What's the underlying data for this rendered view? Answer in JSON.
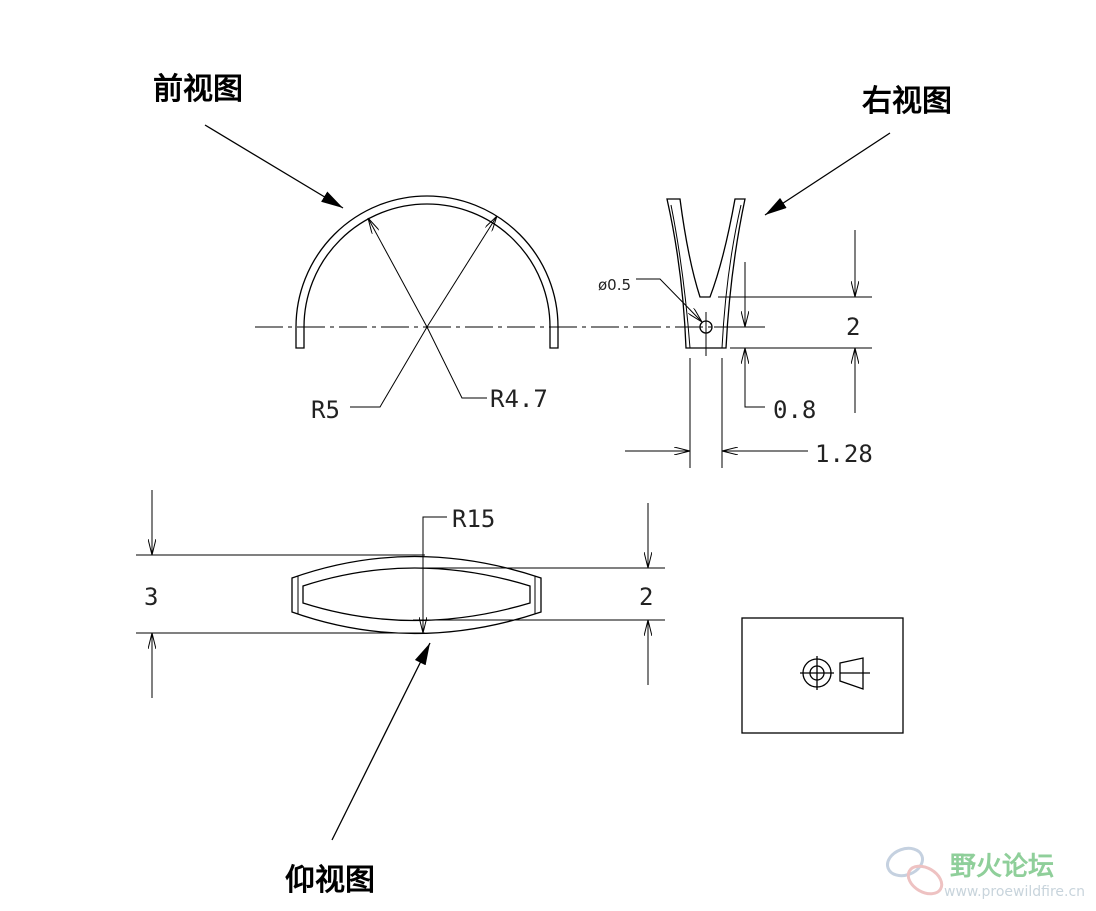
{
  "views": {
    "front": "前视图",
    "right": "右视图",
    "bottom": "仰视图"
  },
  "dimensions": {
    "front_outer_radius": "R5",
    "front_inner_radius": "R4.7",
    "hole_diameter": "ø0.5",
    "right_height": "2",
    "right_offset": "0.8",
    "right_width": "1.28",
    "bottom_radius": "R15",
    "bottom_total_height": "3",
    "bottom_inner_height": "2"
  },
  "watermark": {
    "name": "野火论坛",
    "url": "www.proewildfire.cn"
  }
}
